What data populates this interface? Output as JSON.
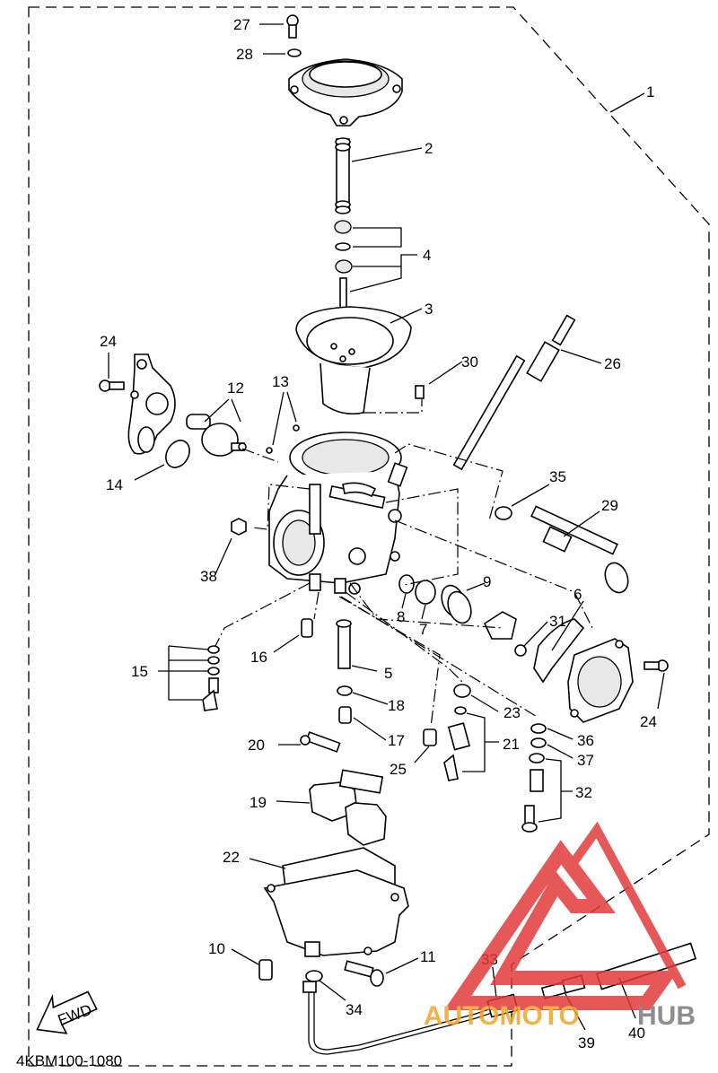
{
  "diagram": {
    "code": "4KBM100-1080",
    "fwd": "FWD",
    "callouts": {
      "c1": "1",
      "c2": "2",
      "c3": "3",
      "c4": "4",
      "c5": "5",
      "c6": "6",
      "c7": "7",
      "c8": "8",
      "c9": "9",
      "c10": "10",
      "c11": "11",
      "c12": "12",
      "c13": "13",
      "c14": "14",
      "c15": "15",
      "c16": "16",
      "c17": "17",
      "c18": "18",
      "c19": "19",
      "c20": "20",
      "c21": "21",
      "c22": "22",
      "c23": "23",
      "c24a": "24",
      "c24b": "24",
      "c25": "25",
      "c26": "26",
      "c27": "27",
      "c28": "28",
      "c29": "29",
      "c30": "30",
      "c31": "31",
      "c32": "32",
      "c33": "33",
      "c34": "34",
      "c35": "35",
      "c36": "36",
      "c37": "37",
      "c38": "38",
      "c39": "39",
      "c40": "40"
    }
  },
  "watermark": {
    "brand_a": "AUTOMOTO",
    "brand_b": "HUB",
    "colors": {
      "red": "#e23a3a",
      "orange": "#f2a52a",
      "grey": "#7a7a7a"
    }
  }
}
